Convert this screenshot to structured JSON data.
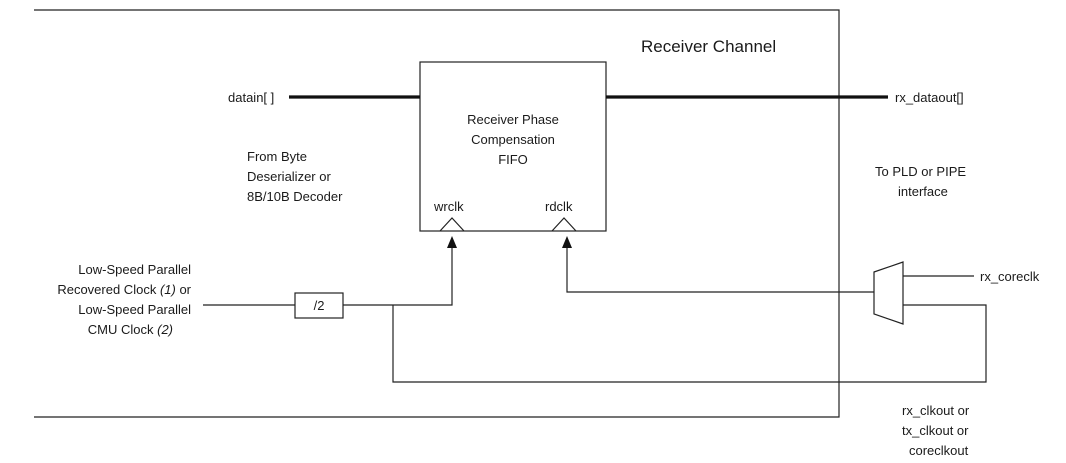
{
  "diagram": {
    "channel_title": "Receiver Channel",
    "fifo_lines": [
      "Receiver Phase",
      "Compensation",
      "FIFO"
    ],
    "wrclk": "wrclk",
    "rdclk": "rdclk",
    "datain": "datain[ ]",
    "dataout": "rx_dataout[]",
    "from_source": [
      "From Byte",
      "Deserializer or",
      "8B/10B Decoder"
    ],
    "to_dest": [
      "To PLD or PIPE",
      "interface"
    ],
    "clock_source": {
      "line1": "Low-Speed Parallel",
      "line2_text": "Recovered Clock ",
      "line2_note": "(1)",
      "line2_tail": " or",
      "line3": "Low-Speed Parallel",
      "line4_text": "CMU Clock ",
      "line4_note": "(2)"
    },
    "divider": "/2",
    "coreclk": "rx_coreclk",
    "clkout": [
      "rx_clkout or",
      "tx_clkout or",
      "coreclkout"
    ]
  }
}
